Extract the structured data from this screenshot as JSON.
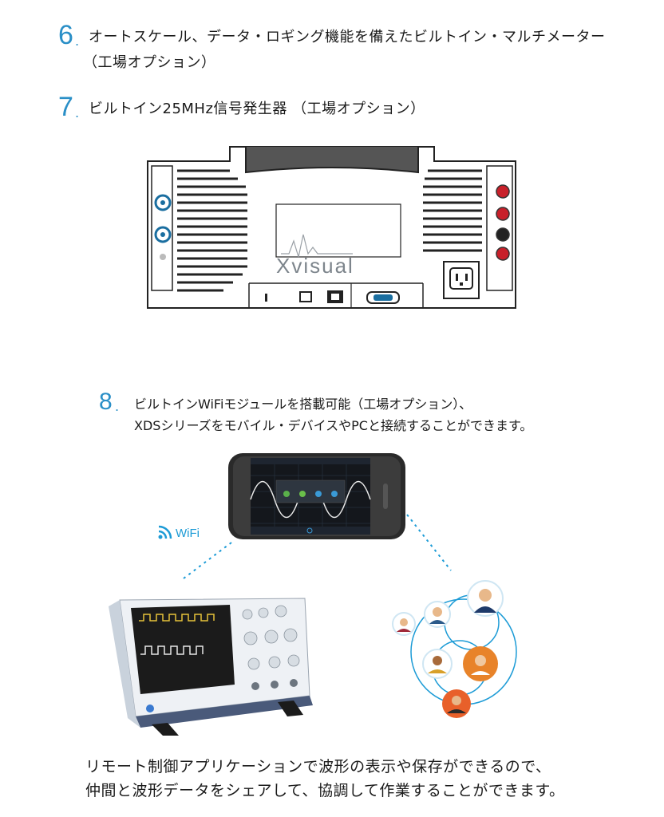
{
  "section6": {
    "number": "6",
    "line1": "オートスケール、データ・ロギング機能を備えたビルトイン・マルチメーター",
    "line2": "（工場オプション）"
  },
  "section7": {
    "number": "7",
    "text": "ビルトイン25MHz信号発生器 （工場オプション）"
  },
  "watermark": {
    "brand": "Xvisual"
  },
  "section8": {
    "number": "8",
    "line1": "ビルトインWiFiモジュールを搭載可能（工場オプション）、",
    "line2": "XDSシリーズをモバイル・デバイスやPCと接続することができます。"
  },
  "wifi_label": "WiFi",
  "bottom_text": {
    "line1": "リモート制御アプリケーションで波形の表示や保存ができるので、",
    "line2": "仲間と波形データをシェアして、協調して作業することができます。"
  },
  "colors": {
    "accent": "#2a8fc7",
    "wifi": "#1c9bd6",
    "jack_red": "#c8202a"
  },
  "icons": [
    "wifi-icon",
    "oscilloscope-illustration",
    "smartphone-illustration",
    "people-network-illustration"
  ]
}
